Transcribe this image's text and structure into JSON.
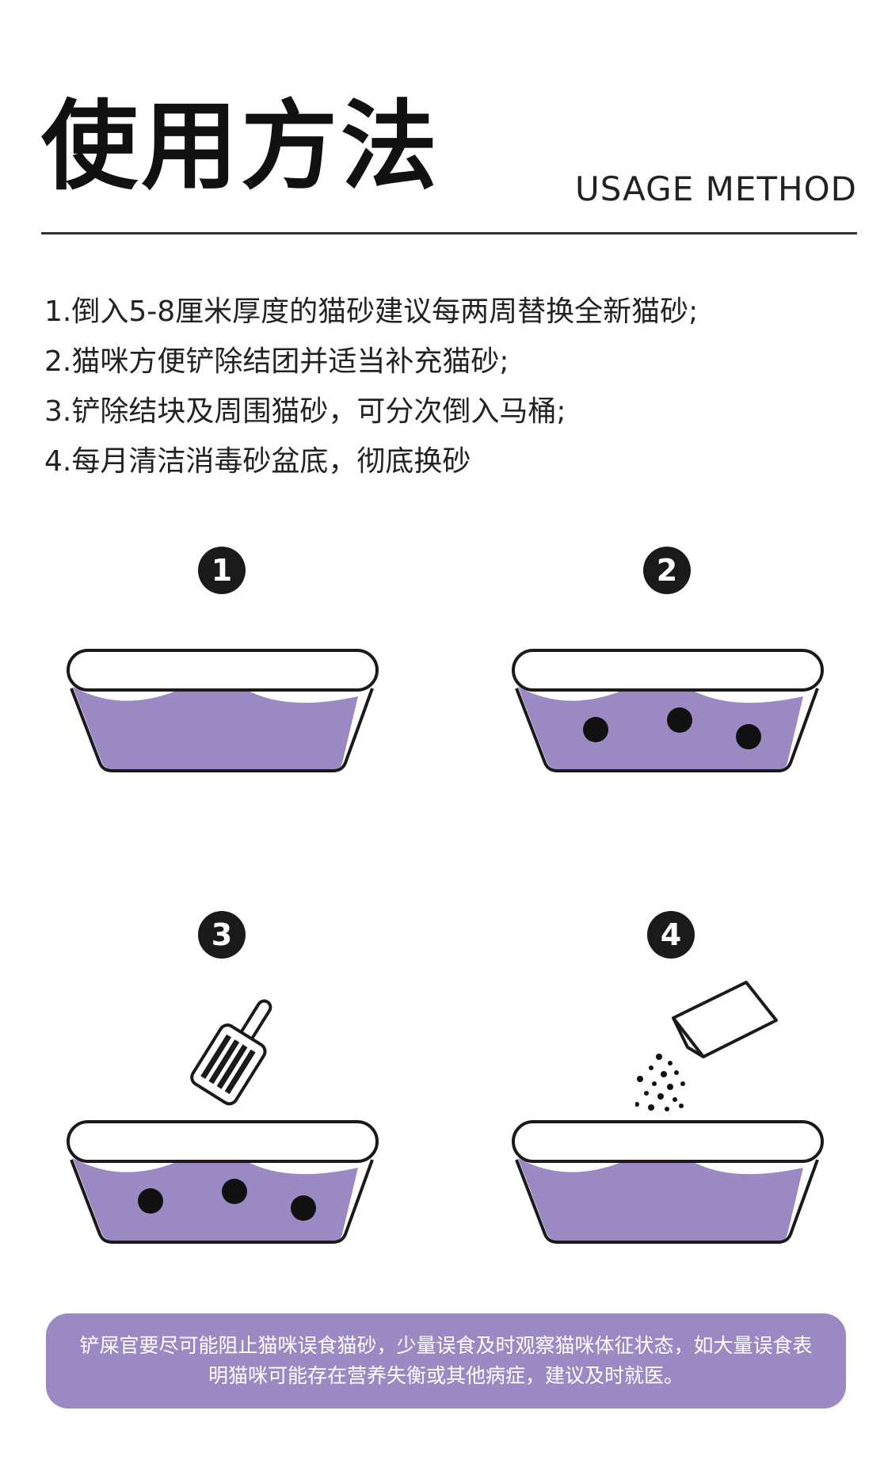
{
  "header": {
    "title": "使用方法",
    "subtitle": "USAGE METHOD"
  },
  "steps": [
    "1.倒入5-8厘米厚度的猫砂建议每两周替换全新猫砂;",
    "2.猫咪方便铲除结团并适当补充猫砂;",
    "3.铲除结块及周围猫砂，可分次倒入马桶;",
    "4.每月清洁消毒砂盆底，彻底换砂"
  ],
  "illustrations": [
    {
      "badge": "1",
      "icon": "litter-box-icon"
    },
    {
      "badge": "2",
      "icon": "litter-box-with-clumps-icon"
    },
    {
      "badge": "3",
      "icon": "scoop-icon"
    },
    {
      "badge": "4",
      "icon": "litter-bag-pour-icon"
    }
  ],
  "notice": {
    "text": "铲屎官要尽可能阻止猫咪误食猫砂，少量误食及时观察猫咪体征状态，如大量误食表明猫咪可能存在营养失衡或其他病症，建议及时就医。"
  },
  "colors": {
    "accent": "#9a89c2",
    "ink": "#1a1a1a",
    "background": "#ffffff"
  }
}
